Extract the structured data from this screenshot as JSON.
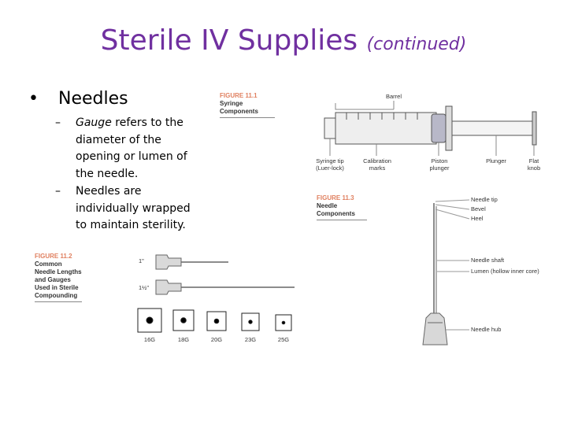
{
  "slide": {
    "title": "Sterile IV Supplies",
    "title_suffix": "(continued)",
    "bullet": "Needles",
    "sub_items": [
      {
        "emph": "Gauge",
        "rest": " refers to the diameter of the opening or lumen of the needle."
      },
      {
        "emph": "",
        "rest": "Needles are individually wrapped to maintain sterility."
      }
    ]
  },
  "fig1": {
    "number": "FIGURE 11.1",
    "name": "Syringe Components",
    "labels": {
      "barrel": "Barrel",
      "syringe_tip": "Syringe tip (Luer-lock)",
      "calibration": "Calibration marks",
      "piston": "Piston plunger",
      "plunger": "Plunger",
      "flat_knob": "Flat knob"
    }
  },
  "fig3": {
    "number": "FIGURE 11.3",
    "name": "Needle Components",
    "labels": {
      "tip": "Needle tip",
      "bevel": "Bevel",
      "heel": "Heel",
      "shaft": "Needle shaft",
      "lumen": "Lumen (hollow inner core)",
      "hub": "Needle hub"
    }
  },
  "fig2": {
    "number": "FIGURE 11.2",
    "name": "Common Needle Lengths and Gauges Used in Sterile Compounding",
    "lengths": [
      "1\"",
      "1½\""
    ],
    "gauges": [
      "16G",
      "18G",
      "20G",
      "23G",
      "25G"
    ]
  }
}
